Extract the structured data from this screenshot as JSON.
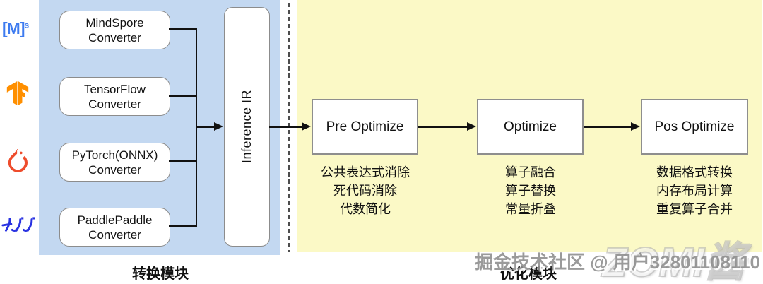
{
  "colors": {
    "conversion_panel_bg": "#c3d8f1",
    "optimization_panel_bg": "#fbf9c6",
    "box_border": "#8c8c8c",
    "line_color": "#111111",
    "mindspore_blue": "#3d7bf0",
    "tensorflow_orange": "#ff8f00",
    "pytorch_red": "#ee4c2c",
    "paddle_blue": "#2932e1"
  },
  "conversion": {
    "label": "转换模块",
    "ir_box_label": "Inference IR",
    "mindspore_logo_text": "[M]",
    "mindspore_logo_sup": "s",
    "converters": [
      {
        "line1": "MindSpore",
        "line2": "Converter"
      },
      {
        "line1": "TensorFlow",
        "line2": "Converter"
      },
      {
        "line1": "PyTorch(ONNX)",
        "line2": "Converter"
      },
      {
        "line1": "PaddlePaddle",
        "line2": "Converter"
      }
    ]
  },
  "optimization": {
    "label": "优化模块",
    "stages": [
      {
        "title": "Pre Optimize",
        "items": [
          "公共表达式消除",
          "死代码消除",
          "代数简化"
        ]
      },
      {
        "title": "Optimize",
        "items": [
          "算子融合",
          "算子替换",
          "常量折叠"
        ]
      },
      {
        "title": "Pos Optimize",
        "items": [
          "数据格式转换",
          "内存布局计算",
          "重复算子合并"
        ]
      }
    ]
  },
  "watermarks": {
    "community": "掘金技术社区 @ 用户32801108110",
    "author": "ZOMI酱"
  }
}
